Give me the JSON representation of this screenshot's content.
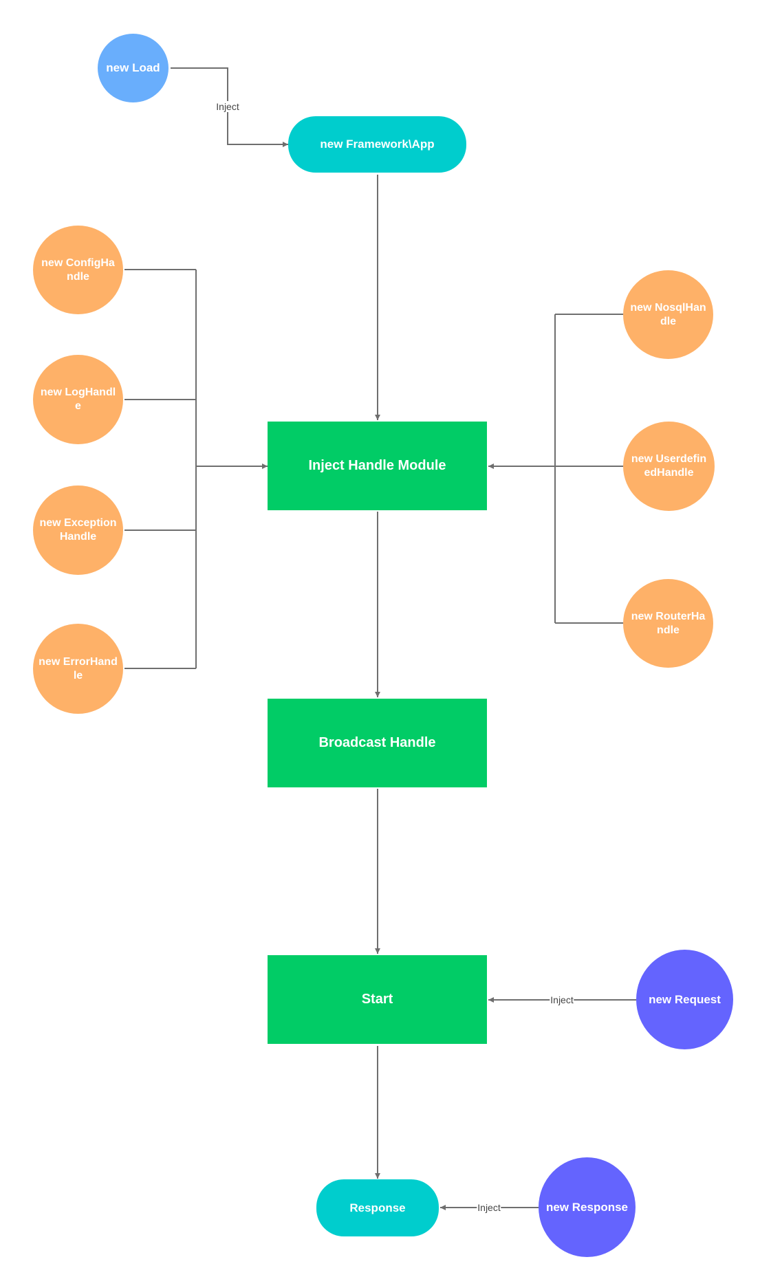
{
  "nodes": {
    "new_load": "new Load",
    "app": "new Framework\\App",
    "config": "new ConfigHandle",
    "log": "new LogHandle",
    "exception": "new ExceptionHandle",
    "error": "new ErrorHandle",
    "nosql": "new NosqlHandle",
    "userdefined": "new UserdefinedHandle",
    "router": "new RouterHandle",
    "inject_module": "Inject Handle Module",
    "broadcast": "Broadcast Handle",
    "start": "Start",
    "request": "new Request",
    "response": "Response",
    "new_response": "new Response"
  },
  "edge_labels": {
    "load_to_app": "Inject",
    "request_to_start": "Inject",
    "response_to_response": "Inject"
  },
  "colors": {
    "blue": "#69aefc",
    "teal": "#00cdcd",
    "orange": "#feb168",
    "green": "#01cc66",
    "purple": "#6464fe",
    "connector": "#6e6e6e"
  }
}
